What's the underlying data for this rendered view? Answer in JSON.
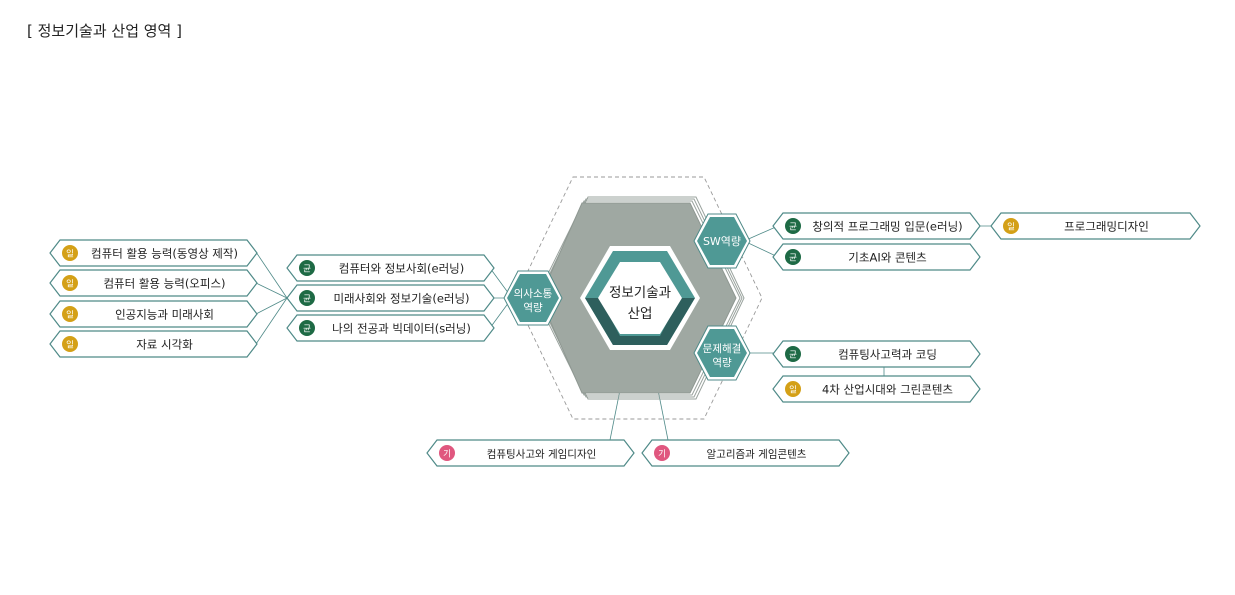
{
  "title": "[ 정보기술과 산업 영역 ]",
  "center": {
    "line1": "정보기술과",
    "line2": "산업"
  },
  "competencies": {
    "communication": {
      "line1": "의사소통",
      "line2": "역량"
    },
    "sw": {
      "line1": "SW역량"
    },
    "problem": {
      "line1": "문제해결",
      "line2": "역량"
    }
  },
  "left_outer": [
    {
      "badge": "일",
      "label": "컴퓨터 활용 능력(동영상 제작)"
    },
    {
      "badge": "일",
      "label": "컴퓨터 활용 능력(오피스)"
    },
    {
      "badge": "일",
      "label": "인공지능과 미래사회"
    },
    {
      "badge": "일",
      "label": "자료 시각화"
    }
  ],
  "left_inner": [
    {
      "badge": "균",
      "label": "컴퓨터와 정보사회(e러닝)"
    },
    {
      "badge": "균",
      "label": "미래사회와 정보기술(e러닝)"
    },
    {
      "badge": "균",
      "label": "나의 전공과 빅데이터(s러닝)"
    }
  ],
  "right_top": [
    {
      "badge": "균",
      "label": "창의적 프로그래밍 입문(e러닝)"
    },
    {
      "badge": "균",
      "label": "기초AI와 콘텐츠"
    }
  ],
  "right_top_extra": {
    "badge": "일",
    "label": "프로그래밍디자인"
  },
  "right_bottom": [
    {
      "badge": "균",
      "label": "컴퓨팅사고력과 코딩"
    },
    {
      "badge": "일",
      "label": "4차 산업시대와 그린콘텐츠"
    }
  ],
  "bottom": [
    {
      "badge": "기",
      "label": "컴퓨팅사고와 게임디자인"
    },
    {
      "badge": "기",
      "label": "알고리즘과 게임콘텐츠"
    }
  ],
  "colors": {
    "teal": "#4f9995",
    "dark_teal": "#2e5f5d",
    "hex_gray": "#9fa8a2",
    "badge_il": "#d4a017",
    "badge_gyun": "#1e6a45",
    "badge_gi": "#e0577f",
    "box_border": "#4f8a88"
  }
}
